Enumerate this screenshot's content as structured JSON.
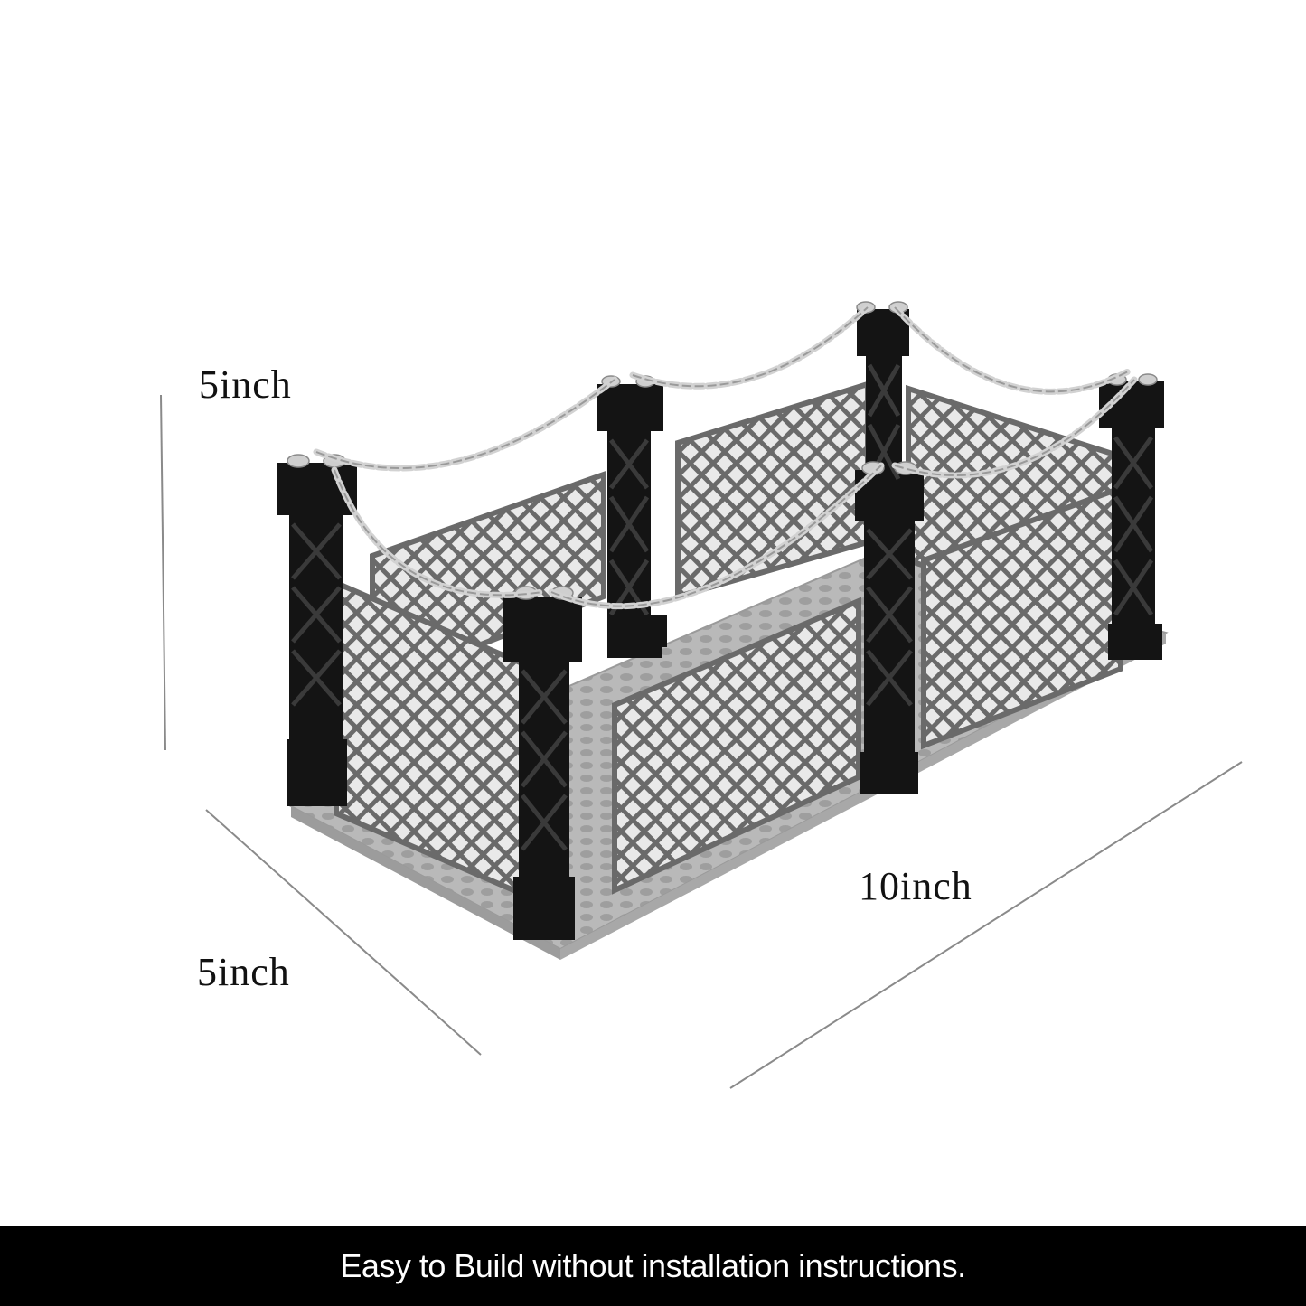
{
  "dimensions": {
    "height": "5inch",
    "depth": "5inch",
    "length": "10inch"
  },
  "caption": "Easy to Build without installation instructions.",
  "colors": {
    "background": "#ffffff",
    "caption_bar": "#000000",
    "caption_text": "#ffffff",
    "dimension_line": "#8a8a8a",
    "pillar": "#141414",
    "fence": "#6e6e6e",
    "baseplate": "#bdbdbd",
    "chain": "#d8d8d8"
  },
  "product": {
    "name": "brick-built fence enclosure with chain posts"
  }
}
